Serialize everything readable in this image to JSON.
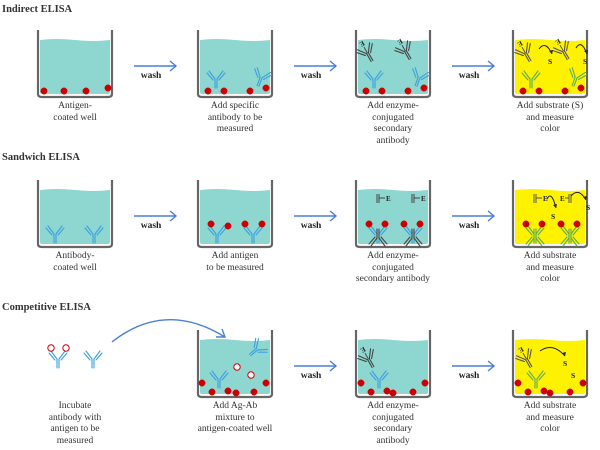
{
  "colors": {
    "liquid": "#8ed6d0",
    "substrate_liquid": "#fff200",
    "well_wall": "#666666",
    "antigen": "#cc0000",
    "primary_antibody": "#3aa0e0",
    "secondary_antibody": "#444444",
    "arrow": "#4a7fd6",
    "green_antibody": "#5aaa5a"
  },
  "sections": [
    {
      "title": "Indirect ELISA",
      "steps": [
        {
          "caption": [
            "Antigen-",
            "coated well"
          ],
          "liquid": "blue"
        },
        {
          "caption": [
            "Add specific",
            "antibody to be",
            "measured"
          ],
          "liquid": "blue"
        },
        {
          "caption": [
            "Add enzyme-",
            "conjugated",
            "secondary",
            "antibody"
          ],
          "liquid": "blue"
        },
        {
          "caption": [
            "Add substrate (S)",
            "and measure",
            "color"
          ],
          "liquid": "yellow"
        }
      ],
      "arrows": [
        "wash",
        "wash",
        "wash"
      ]
    },
    {
      "title": "Sandwich ELISA",
      "steps": [
        {
          "caption": [
            "Antibody-",
            "coated well"
          ],
          "liquid": "blue"
        },
        {
          "caption": [
            "Add antigen",
            "to be measured"
          ],
          "liquid": "blue"
        },
        {
          "caption": [
            "Add enzyme-",
            "conjugated",
            "secondary antibody"
          ],
          "liquid": "blue"
        },
        {
          "caption": [
            "Add substrate",
            "and measure",
            "color"
          ],
          "liquid": "yellow"
        }
      ],
      "arrows": [
        "wash",
        "wash",
        "wash"
      ]
    },
    {
      "title": "Competitive ELISA",
      "steps": [
        {
          "caption": [
            "Incubate",
            "antibody with",
            "antigen to be",
            "measured"
          ],
          "liquid": "none"
        },
        {
          "caption": [
            "Add Ag-Ab",
            "mixture to",
            "antigen-coated well"
          ],
          "liquid": "blue"
        },
        {
          "caption": [
            "Add enzyme-",
            "conjugated",
            "secondary",
            "antibody"
          ],
          "liquid": "blue"
        },
        {
          "caption": [
            "Add substrate",
            "and measure",
            "color"
          ],
          "liquid": "yellow"
        }
      ],
      "arrows": [
        "",
        "wash",
        "wash"
      ]
    }
  ],
  "labels": {
    "enzyme": "E",
    "substrate": "S"
  }
}
